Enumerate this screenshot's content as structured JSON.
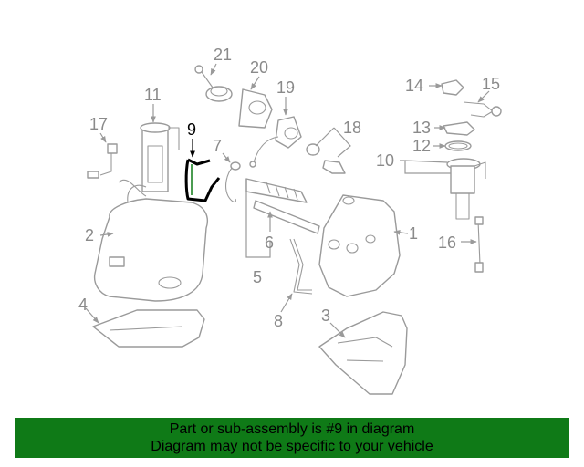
{
  "diagram": {
    "labels": {
      "l1": "1",
      "l2": "2",
      "l3": "3",
      "l4": "4",
      "l5": "5",
      "l6": "6",
      "l7": "7",
      "l8": "8",
      "l9": "9",
      "l10": "10",
      "l11": "11",
      "l12": "12",
      "l13": "13",
      "l14": "14",
      "l15": "15",
      "l16": "16",
      "l17": "17",
      "l18": "18",
      "l19": "19",
      "l20": "20",
      "l21": "21"
    },
    "highlight_color": "#000000",
    "part_color": "#9a9a9a"
  },
  "banner": {
    "line1": "Part or sub-assembly is #9 in diagram",
    "line2": "Diagram may not be specific to your vehicle",
    "background": "#0f7a17"
  }
}
